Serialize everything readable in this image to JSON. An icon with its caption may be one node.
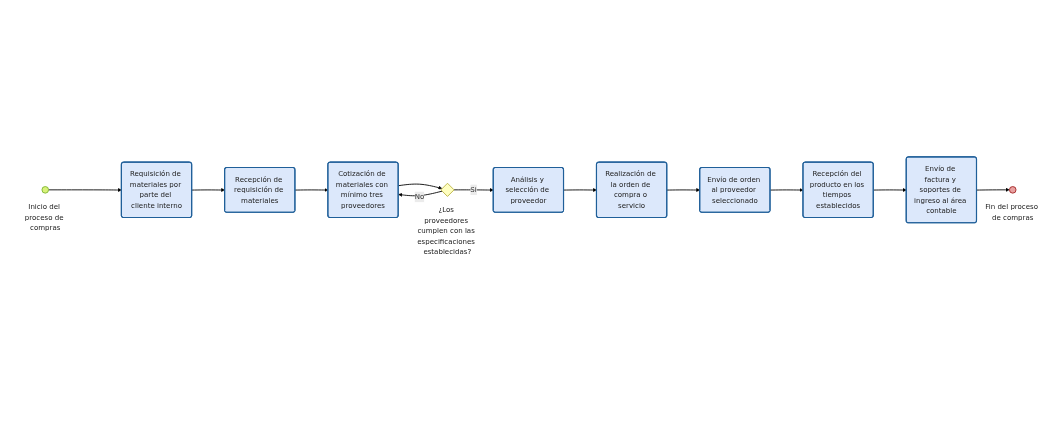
{
  "diagram": {
    "nodes": [
      {
        "text": [],
        "shape": "circle",
        "beside": [
          "Inicio del proceso de compras"
        ]
      },
      {
        "text": [
          "Requisición de materiales por parte del cliente interno"
        ]
      },
      {
        "text": [
          "Recepción de requisición de materiales"
        ]
      },
      {
        "text": [
          "Cotización de materiales con mínimo tres proveedores"
        ]
      },
      {
        "text": [],
        "shape": "diamond",
        "beside": [
          "¿Los proveedores cumplen con las especificaciones establecidas?"
        ]
      },
      {
        "text": [
          "Análisis y selección de proveedor"
        ]
      },
      {
        "text": [
          "Realización de la orden de compra o servicio"
        ]
      },
      {
        "text": [
          "Envío de orden al proveedor seleccionado"
        ]
      },
      {
        "text": [
          "Recepción del producto en los tiempos establecidos"
        ]
      },
      {
        "text": [
          "Envío de factura y soportes de ingreso al área contable"
        ]
      },
      {
        "text": [],
        "shape": "circle",
        "beside": [
          "Fin del proceso de compras"
        ]
      }
    ],
    "edges": [
      {
        "from": 0,
        "to": 1,
        "arrow": "to"
      },
      {
        "from": 1,
        "to": 2,
        "arrow": "to"
      },
      {
        "from": 2,
        "to": 3,
        "arrow": "to"
      },
      {
        "from": 3,
        "to": 4,
        "arrow": "to"
      },
      {
        "from": 4,
        "to": 5,
        "arrow": "to",
        "label": "Si"
      },
      {
        "from": 4,
        "to": 3,
        "arrow": "to",
        "label": "No"
      },
      {
        "from": 5,
        "to": 6,
        "arrow": "to"
      },
      {
        "from": 6,
        "to": 7,
        "arrow": "to"
      },
      {
        "from": 7,
        "to": 8,
        "arrow": "to"
      },
      {
        "from": 8,
        "to": 9,
        "arrow": "to"
      },
      {
        "from": 9,
        "to": 10,
        "arrow": "to"
      }
    ]
  }
}
